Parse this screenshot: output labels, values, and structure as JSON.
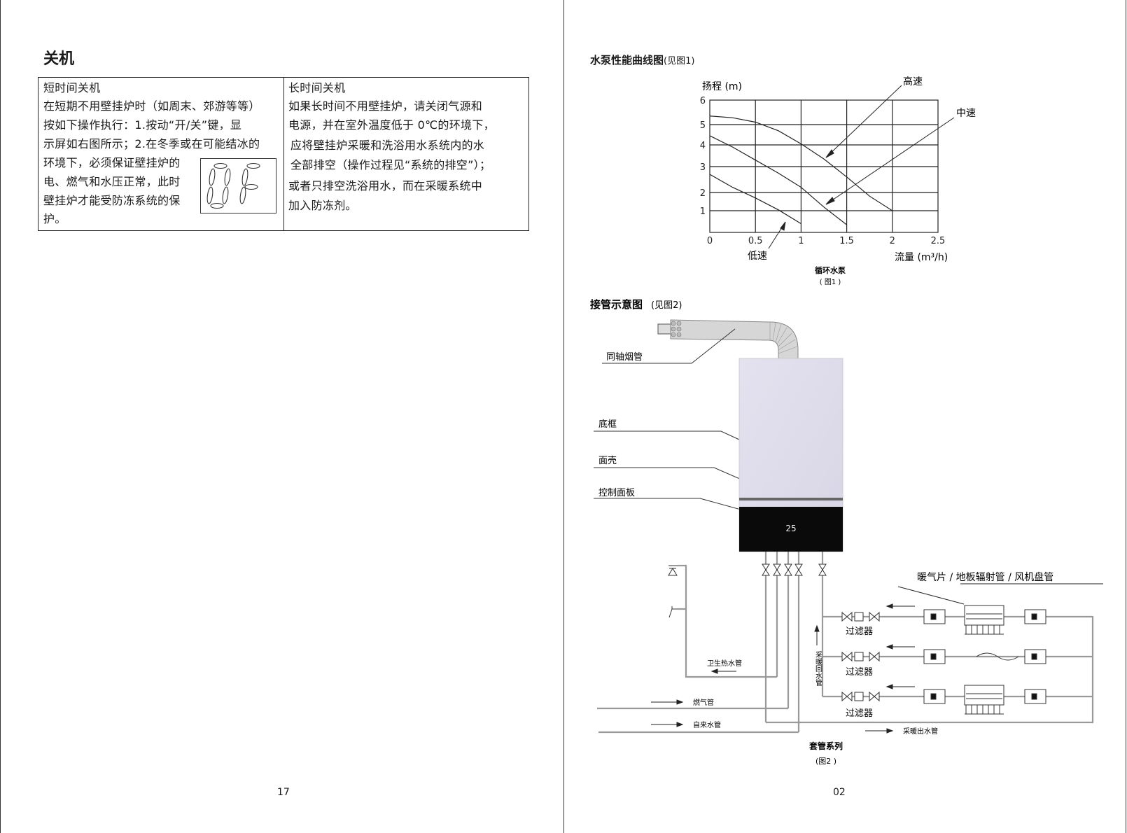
{
  "left_page": {
    "title": "关机",
    "short_term": {
      "heading": "短时间关机",
      "lines": [
        "在短期不用壁挂炉时（如周末、郊游等等）",
        "按如下操作执行：1.按动“开/关”键，显",
        "示屏如右图所示；2.在冬季或在可能结冰的",
        "环境下，必须保证壁挂炉的",
        "电、燃气和水压正常，此时",
        "壁挂炉才能受防冻系统的保",
        "护。"
      ],
      "display_text": "OF"
    },
    "long_term": {
      "heading": "长时间关机",
      "lines": [
        "如果长时间不用壁挂炉，请关闭气源和",
        "电源，并在室外温度低于 0℃的环境下，",
        "应将壁挂炉采暖和洗浴用水系统内的水",
        "全部排空（操作过程见“系统的排空”）；",
        "或者只排空洗浴用水，而在采暖系统中",
        "加入防冻剂。"
      ]
    },
    "page_number": "17"
  },
  "right_page": {
    "chart_heading": "水泵性能曲线图",
    "chart_heading_ref": "(见图1)",
    "chart_caption": "循环水泵",
    "chart_caption_ref": "( 图1 )",
    "diagram_heading": "接管示意图",
    "diagram_heading_ref": "(见图2)",
    "diagram_labels": {
      "flue": "同轴烟管",
      "frame": "底框",
      "shell": "面壳",
      "control_panel": "控制面板",
      "display_value": "25",
      "hot_water": "卫生热水管",
      "gas": "燃气管",
      "tap_water": "自来水管",
      "heating_return": "采暖回水管",
      "heating_out": "采暖出水管",
      "filter": "过滤器",
      "emitters": "暖气片 / 地板辐射管 / 风机盘管"
    },
    "diagram_caption": "套管系列",
    "diagram_caption_ref": "(图2 )",
    "page_number": "02"
  },
  "chart_data": {
    "type": "line",
    "title": "水泵性能曲线图",
    "xlabel": "流量 (m³/h)",
    "ylabel": "扬程 (m)",
    "xlim": [
      0,
      2.5
    ],
    "ylim": [
      0,
      6
    ],
    "x_ticks": [
      "0",
      "0.5",
      "1",
      "1.5",
      "2",
      "2.5"
    ],
    "y_ticks": [
      "1",
      "2",
      "3",
      "4",
      "5",
      "6"
    ],
    "grid": true,
    "series": [
      {
        "name": "高速",
        "x": [
          0,
          0.25,
          0.5,
          0.75,
          1,
          1.25,
          1.5,
          1.75,
          2
        ],
        "y": [
          5.35,
          5.28,
          5.1,
          4.7,
          4.05,
          3.35,
          2.6,
          1.8,
          1.0
        ]
      },
      {
        "name": "中速",
        "x": [
          0,
          0.25,
          0.5,
          0.75,
          1,
          1.25,
          1.5
        ],
        "y": [
          4.45,
          3.9,
          3.3,
          2.75,
          2.2,
          1.2,
          0.35
        ]
      },
      {
        "name": "低速",
        "x": [
          0,
          0.25,
          0.5,
          0.75,
          1
        ],
        "y": [
          2.7,
          2.2,
          1.7,
          1.05,
          0.4
        ]
      }
    ]
  }
}
